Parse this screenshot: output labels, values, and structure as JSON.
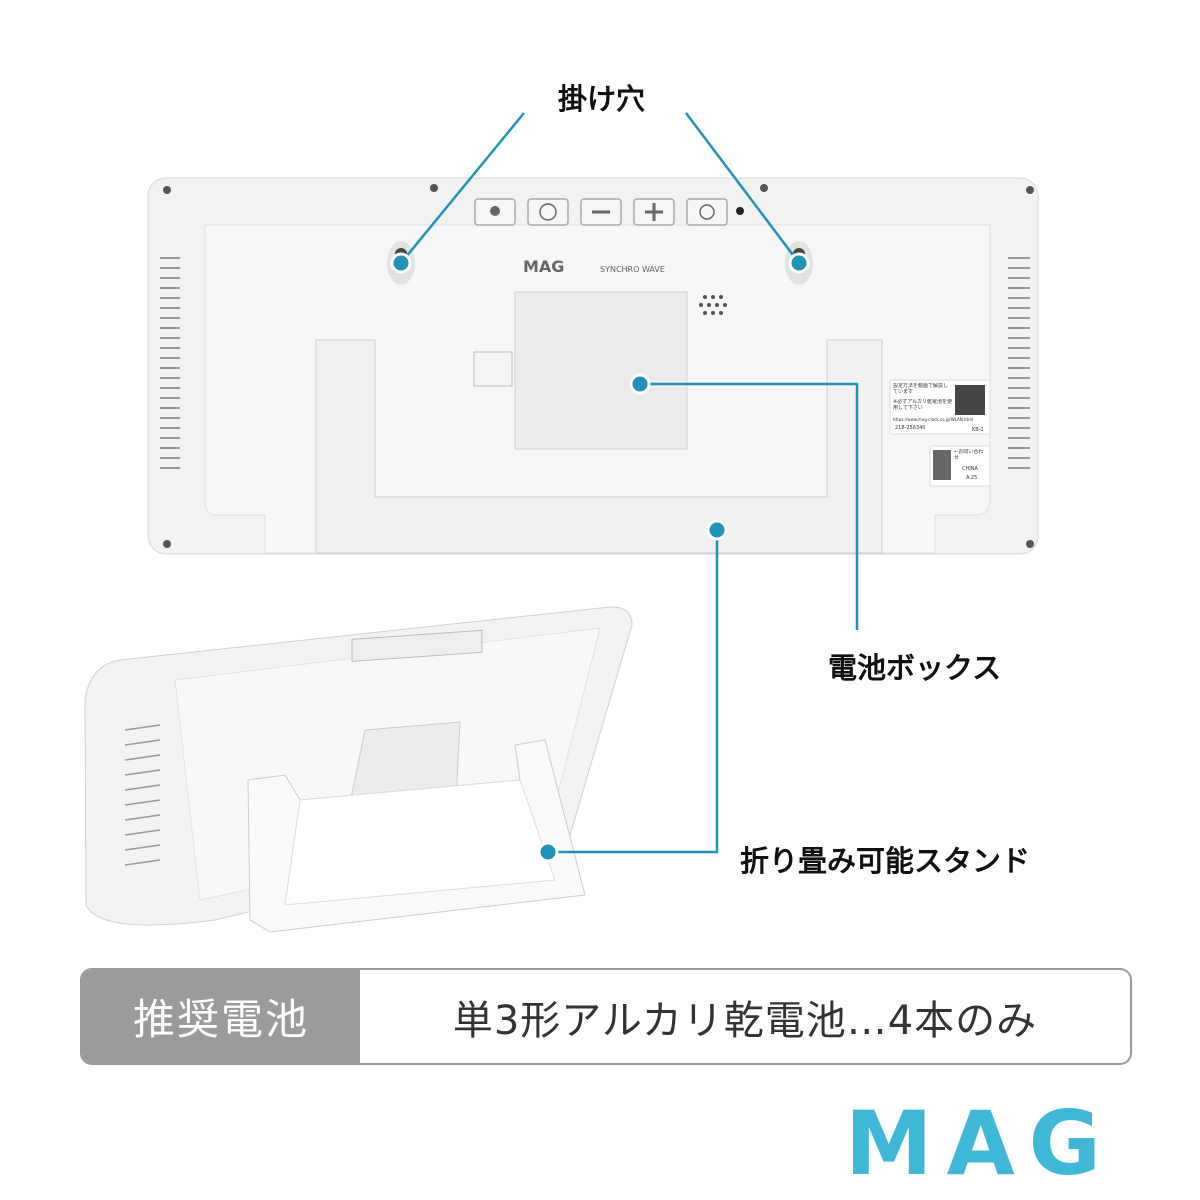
{
  "callouts": {
    "hanging_holes": "掛け穴",
    "battery_box": "電池ボックス",
    "folding_stand": "折り畳み可能スタンド"
  },
  "device": {
    "brand": "MAG",
    "model_line": "SYNCHRO WAVE",
    "buttons": [
      "wave-icon",
      "12-24-icon",
      "minus-icon",
      "plus-icon",
      "clock-icon"
    ],
    "sticker": {
      "line1": "設定方法を動画で解説しています",
      "line2": "※必ずアルカリ乾電池を使用して下さい",
      "url": "https://www.mag-clock.co.jp/WLAN.html",
      "code": "218-256340",
      "model": "KB-1",
      "inquiry": "←お問い合わせ",
      "origin": "CHINA",
      "lot": "A.25"
    }
  },
  "spec": {
    "label": "推奨電池",
    "value": "単3形アルカリ乾電池…4本のみ"
  },
  "logo": "MAG",
  "colors": {
    "accent": "#1f93b8",
    "logo": "#3fb8d8",
    "spec_label_bg": "#9b9b9b"
  }
}
